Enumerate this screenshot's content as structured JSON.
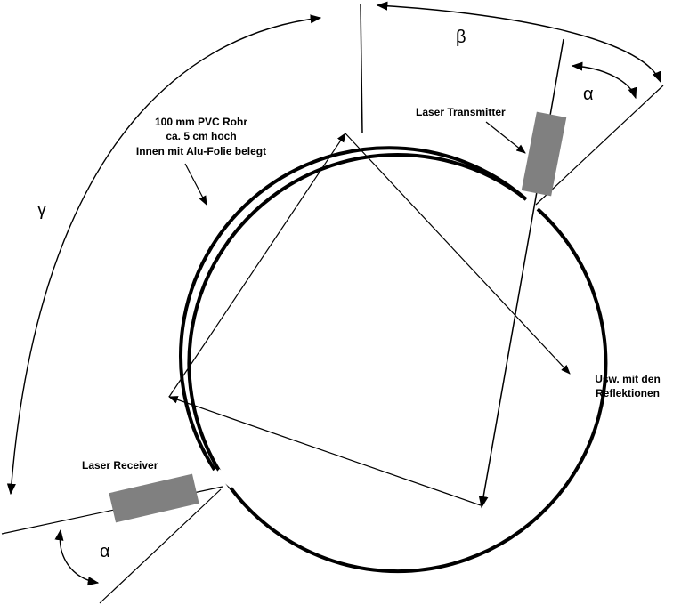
{
  "labels": {
    "pipe_line1": "100 mm PVC Rohr",
    "pipe_line2": "ca. 5 cm hoch",
    "pipe_line3": "Innen mit Alu-Folie belegt",
    "transmitter": "Laser Transmitter",
    "receiver": "Laser Receiver",
    "note_line1": "Usw. mit den",
    "note_line2": "Reflektionen"
  },
  "angles": {
    "alpha_top": "α",
    "beta": "β",
    "gamma": "γ",
    "alpha_bottom": "α"
  },
  "colors": {
    "line": "#000000",
    "device": "#808080"
  }
}
